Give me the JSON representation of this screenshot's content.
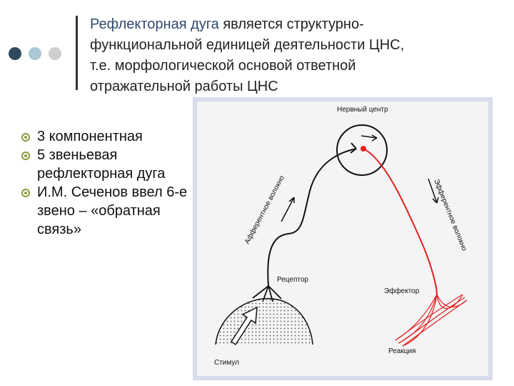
{
  "title": {
    "highlight": "Рефлекторная дуга",
    "rest_line1": " является структурно-",
    "line2": "функциональной единицей деятельности ЦНС,",
    "line3": "т.е. морфологической основой ответной",
    "line4": "отражательной работы ЦНС"
  },
  "bullets": [
    {
      "text": "3  компонентная"
    },
    {
      "text": "5 звеньевая рефлекторная дуга"
    },
    {
      "text": "И.М. Сеченов ввел 6-е звено – «обратная связь»"
    }
  ],
  "diagram": {
    "labels": {
      "nerve_center": "Нервный центр",
      "afferent": "Афферентное волокно",
      "efferent": "Эфферентное волокно",
      "receptor": "Рецептор",
      "effector": "Эффектор",
      "reaction": "Реакция",
      "stimulus": "Стимул"
    }
  },
  "colors": {
    "title_highlight": "#2f4a6e",
    "dot_1": "#2f4a5e",
    "dot_2": "#a9c7d4",
    "dot_3": "#cfcfcf",
    "bullet": "#8a9a3a",
    "efferent": "#e02020"
  }
}
